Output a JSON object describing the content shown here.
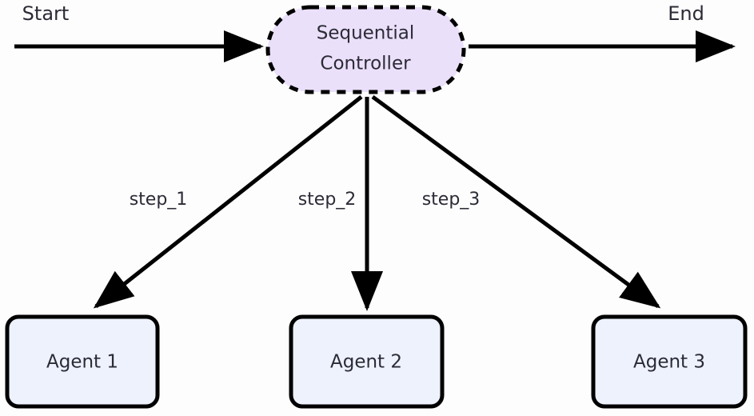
{
  "diagram": {
    "type": "flowchart",
    "background_color": "#fdfdfd",
    "terminals": {
      "start_label": "Start",
      "end_label": "End"
    },
    "controller": {
      "label_line_1": "Sequential",
      "label_line_2": "Controller",
      "shape": "stadium",
      "border_style": "dashed",
      "fill_color": "#ebe0fa",
      "stroke_color": "#000000"
    },
    "agents": [
      {
        "label": "Agent 1",
        "fill_color": "#edf2fc",
        "stroke_color": "#000000"
      },
      {
        "label": "Agent 2",
        "fill_color": "#edf2fc",
        "stroke_color": "#000000"
      },
      {
        "label": "Agent 3",
        "fill_color": "#edf2fc",
        "stroke_color": "#000000"
      }
    ],
    "edges": [
      {
        "label": "step_1",
        "from": "controller",
        "to": "Agent 1"
      },
      {
        "label": "step_2",
        "from": "controller",
        "to": "Agent 2"
      },
      {
        "label": "step_3",
        "from": "controller",
        "to": "Agent 3"
      }
    ],
    "text_color": "#2b2b36"
  }
}
